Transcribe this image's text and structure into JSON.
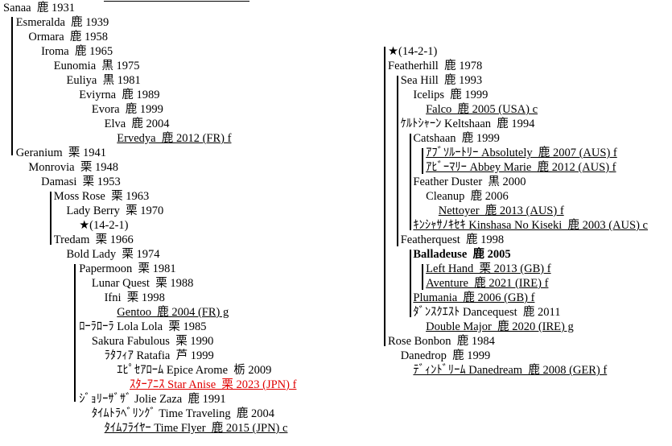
{
  "title_rule": true,
  "colors": {
    "text": "#000000",
    "highlight": "#e00000"
  },
  "entries": [
    {
      "text": "Sanaa  鹿 1931"
    },
    {
      "text": "Esmeralda  鹿 1939"
    },
    {
      "text": "Ormara  鹿 1958"
    },
    {
      "text": "Iroma  鹿 1965"
    },
    {
      "text": "Eunomia  黒 1975"
    },
    {
      "text": "Euliya  黒 1981"
    },
    {
      "text": "Eviyrna  鹿 1989"
    },
    {
      "text": "Evora  鹿 1999"
    },
    {
      "text": "Elva  鹿 2004"
    },
    {
      "text": "Ervedya  鹿 2012 (FR) f"
    },
    {
      "text": "Geranium  栗 1941"
    },
    {
      "text": "Monrovia  栗 1948"
    },
    {
      "text": "Damasi  栗 1953"
    },
    {
      "text": "Moss Rose  栗 1963"
    },
    {
      "text": "Lady Berry  栗 1970"
    },
    {
      "text": "★(14-2-1)"
    },
    {
      "text": "Tredam  栗 1966"
    },
    {
      "text": "Bold Lady  栗 1974"
    },
    {
      "text": "Papermoon  栗 1981"
    },
    {
      "text": "Lunar Quest  栗 1988"
    },
    {
      "text": "Ifni  栗 1998"
    },
    {
      "text": "Gentoo  鹿 2004 (FR) g"
    },
    {
      "text": "ﾛｰﾗﾛｰﾗ Lola Lola  栗 1985"
    },
    {
      "text": "Sakura Fabulous  栗 1990"
    },
    {
      "text": "ﾗﾀﾌｨｱ Ratafia  芦 1999"
    },
    {
      "text": "ｴﾋﾟｾｱﾛｰﾑ Epice Arome  栃 2009"
    },
    {
      "text": "ｽﾀｰｱﾆｽ Star Anise  栗 2023 (JPN) f"
    },
    {
      "text": "ｼﾞｮﾘｰｻﾞｻﾞ Jolie Zaza  鹿 1991"
    },
    {
      "text": "ﾀｲﾑﾄﾗﾍﾞﾘﾝｸﾞ Time Traveling  鹿 2004"
    },
    {
      "text": "ﾀｲﾑﾌﾗｲﾔｰ Time Flyer  鹿 2015 (JPN) c"
    },
    {
      "text": "★(14-2-1)"
    },
    {
      "text": "Featherhill  鹿 1978"
    },
    {
      "text": "Sea Hill  鹿 1993"
    },
    {
      "text": "Icelips  鹿 1999"
    },
    {
      "text": "Falco  鹿 2005 (USA) c"
    },
    {
      "text": "ｹﾙﾄｼｬｰﾝ Keltshaan  鹿 1994"
    },
    {
      "text": "Catshaan  鹿 1999"
    },
    {
      "text": "ｱﾌﾞｿﾙｰﾄﾘｰ Absolutely  鹿 2007 (AUS) f"
    },
    {
      "text": "ｱﾋﾞｰﾏﾘｰ Abbey Marie  鹿 2012 (AUS) f"
    },
    {
      "text": "Feather Duster  黒 2000"
    },
    {
      "text": "Cleanup  鹿 2006"
    },
    {
      "text": "Nettoyer  鹿 2013 (AUS) f"
    },
    {
      "text": "ｷﾝｼｬｻﾉｷｾｷ Kinshasa No Kiseki  鹿 2003 (AUS) c"
    },
    {
      "text": "Featherquest  鹿 1998"
    },
    {
      "text": "Balladeuse  鹿 2005"
    },
    {
      "text": "Left Hand  栗 2013 (GB) f"
    },
    {
      "text": "Aventure  鹿 2021 (IRE) f"
    },
    {
      "text": "Plumania  鹿 2006 (GB) f"
    },
    {
      "text": "ﾀﾞﾝｽｸｴｽﾄ Dancequest  鹿 2011"
    },
    {
      "text": "Double Major  鹿 2020 (IRE) g"
    },
    {
      "text": "Rose Bonbon  鹿 1984"
    },
    {
      "text": "Danedrop  鹿 1999"
    },
    {
      "text": "ﾃﾞｨﾝﾄﾞﾘｰﾑ Danedream  鹿 2008 (GER) f"
    }
  ]
}
